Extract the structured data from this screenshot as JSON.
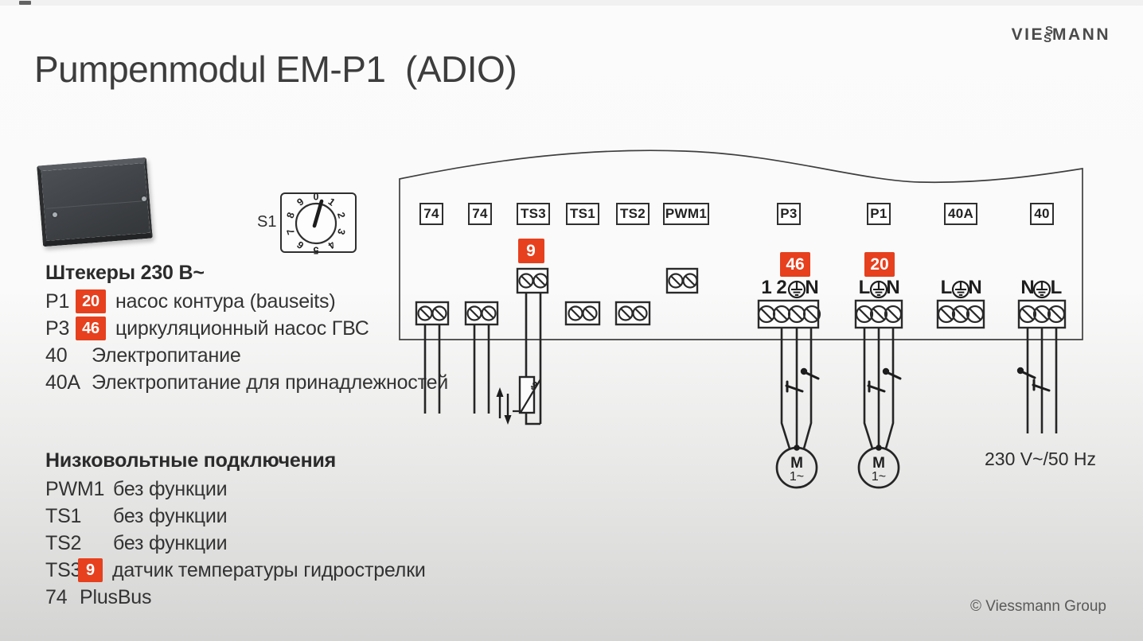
{
  "page": {
    "title": "Pumpenmodul EM-P1  (ADIO)",
    "copyright": "© Viessmann Group"
  },
  "logo": {
    "pre": "VIE",
    "s_top": "S",
    "s_bottom": "S",
    "post": "MANN"
  },
  "colors": {
    "accent": "#e6401e",
    "line": "#2f2f2f"
  },
  "s1": {
    "label": "S1",
    "digits": [
      "0",
      "1",
      "2",
      "3",
      "4",
      "5",
      "6",
      "7",
      "8",
      "9"
    ]
  },
  "legend_230v": {
    "heading": "Штекеры 230 В~",
    "rows": [
      {
        "key": "P1",
        "badge": "20",
        "text": "насос контура (bauseits)"
      },
      {
        "key": "P3",
        "badge": "46",
        "text": "циркуляционный насос ГВС"
      },
      {
        "key": "40",
        "text": "Электропитание"
      },
      {
        "key": "40A",
        "text": "Электропитание для принадлежностей"
      }
    ]
  },
  "legend_lv": {
    "heading": "Низковольтные подключения",
    "rows": [
      {
        "key": "PWM1",
        "text": "без функции"
      },
      {
        "key": "TS1",
        "text": "без функции"
      },
      {
        "key": "TS2",
        "text": "без функции"
      },
      {
        "key": "TS3",
        "badge": "9",
        "text": "датчик температуры гидрострелки"
      },
      {
        "key": "74",
        "text": "PlusBus"
      }
    ]
  },
  "diagram": {
    "connectors": [
      {
        "id": "74a",
        "label": "74"
      },
      {
        "id": "74b",
        "label": "74"
      },
      {
        "id": "TS3",
        "label": "TS3"
      },
      {
        "id": "TS1",
        "label": "TS1"
      },
      {
        "id": "TS2",
        "label": "TS2"
      },
      {
        "id": "PWM1",
        "label": "PWM1"
      },
      {
        "id": "P3",
        "label": "P3"
      },
      {
        "id": "P1",
        "label": "P1"
      },
      {
        "id": "40A",
        "label": "40A"
      },
      {
        "id": "40",
        "label": "40"
      }
    ],
    "badges": [
      {
        "connector": "TS3",
        "label": "9"
      },
      {
        "connector": "P3",
        "label": "46"
      },
      {
        "connector": "P1",
        "label": "20"
      }
    ],
    "terminal_rows": [
      {
        "connector": "P3",
        "chars": [
          "1",
          "2",
          "⏚",
          "N"
        ]
      },
      {
        "connector": "P1",
        "chars": [
          "L",
          "⏚",
          "N"
        ]
      },
      {
        "connector": "40A",
        "chars": [
          "L",
          "⏚",
          "N"
        ]
      },
      {
        "connector": "40",
        "chars": [
          "N",
          "⏚",
          "L"
        ]
      }
    ],
    "motors": [
      {
        "connector": "P3",
        "label": "M",
        "sub": "1~"
      },
      {
        "connector": "P1",
        "label": "M",
        "sub": "1~"
      }
    ],
    "supply_label": "230 V~/50 Hz",
    "sensor_label": "ϑ"
  }
}
